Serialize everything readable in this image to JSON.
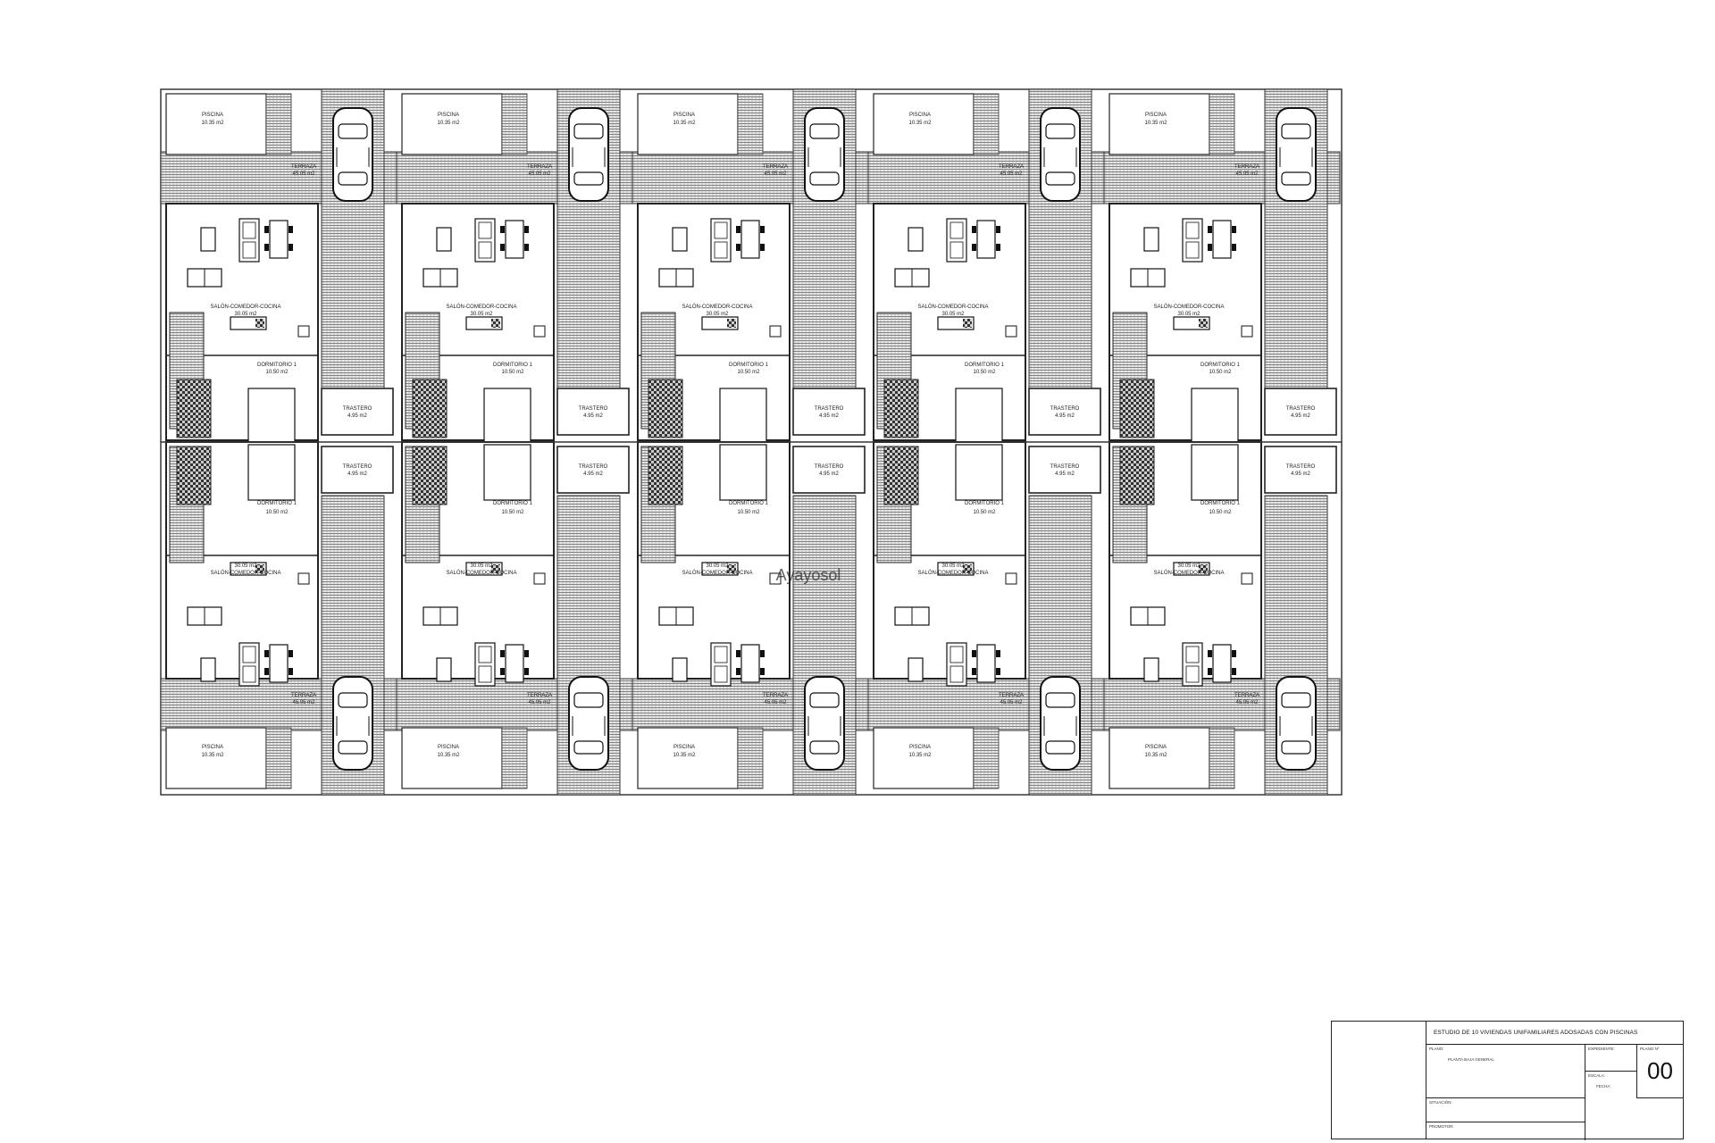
{
  "watermark": "Ayayosol",
  "units": {
    "top": [
      {
        "piscina": "PISCINA",
        "piscina_area": "10.35 m2",
        "terraza": "TERRAZA",
        "terraza_area": "45.05 m2",
        "salon": "SALÓN-COMEDOR-COCINA",
        "salon_area": "30.05 m2",
        "dormitorio": "DORMITORIO 1",
        "dormitorio_area": "10.50 m2",
        "trastero": "TRASTERO",
        "trastero_area": "4.95 m2"
      },
      {
        "piscina": "PISCINA",
        "piscina_area": "10.35 m2",
        "terraza": "TERRAZA",
        "terraza_area": "45.05 m2",
        "salon": "SALÓN-COMEDOR-COCINA",
        "salon_area": "30.05 m2",
        "dormitorio": "DORMITORIO 1",
        "dormitorio_area": "10.50 m2",
        "trastero": "TRASTERO",
        "trastero_area": "4.95 m2"
      },
      {
        "piscina": "PISCINA",
        "piscina_area": "10.35 m2",
        "terraza": "TERRAZA",
        "terraza_area": "45.05 m2",
        "salon": "SALÓN-COMEDOR-COCINA",
        "salon_area": "30.05 m2",
        "dormitorio": "DORMITORIO 1",
        "dormitorio_area": "10.50 m2",
        "trastero": "TRASTERO",
        "trastero_area": "4.95 m2"
      },
      {
        "piscina": "PISCINA",
        "piscina_area": "10.35 m2",
        "terraza": "TERRAZA",
        "terraza_area": "45.05 m2",
        "salon": "SALÓN-COMEDOR-COCINA",
        "salon_area": "30.05 m2",
        "dormitorio": "DORMITORIO 1",
        "dormitorio_area": "10.50 m2",
        "trastero": "TRASTERO",
        "trastero_area": "4.95 m2"
      },
      {
        "piscina": "PISCINA",
        "piscina_area": "10.35 m2",
        "terraza": "TERRAZA",
        "terraza_area": "45.05 m2",
        "salon": "SALÓN-COMEDOR-COCINA",
        "salon_area": "30.05 m2",
        "dormitorio": "DORMITORIO 1",
        "dormitorio_area": "10.50 m2",
        "trastero": "TRASTERO",
        "trastero_area": "4.95 m2"
      }
    ],
    "bottom": [
      {
        "piscina": "PISCINA",
        "piscina_area": "10.35 m2",
        "terraza": "TERRAZA",
        "terraza_area": "45.05 m2",
        "salon": "SALÓN-COMEDOR-COCINA",
        "salon_area": "30.05 m2",
        "dormitorio": "DORMITORIO 1",
        "dormitorio_area": "10.50 m2",
        "trastero": "TRASTERO",
        "trastero_area": "4.95 m2"
      },
      {
        "piscina": "PISCINA",
        "piscina_area": "10.35 m2",
        "terraza": "TERRAZA",
        "terraza_area": "45.05 m2",
        "salon": "SALÓN-COMEDOR-COCINA",
        "salon_area": "30.05 m2",
        "dormitorio": "DORMITORIO 1",
        "dormitorio_area": "10.50 m2",
        "trastero": "TRASTERO",
        "trastero_area": "4.95 m2"
      },
      {
        "piscina": "PISCINA",
        "piscina_area": "10.35 m2",
        "terraza": "TERRAZA",
        "terraza_area": "45.05 m2",
        "salon": "SALÓN-COMEDOR-COCINA",
        "salon_area": "30.05 m2",
        "dormitorio": "DORMITORIO 1",
        "dormitorio_area": "10.50 m2",
        "trastero": "TRASTERO",
        "trastero_area": "4.95 m2"
      },
      {
        "piscina": "PISCINA",
        "piscina_area": "10.35 m2",
        "terraza": "TERRAZA",
        "terraza_area": "45.05 m2",
        "salon": "SALÓN-COMEDOR-COCINA",
        "salon_area": "30.05 m2",
        "dormitorio": "DORMITORIO 1",
        "dormitorio_area": "10.50 m2",
        "trastero": "TRASTERO",
        "trastero_area": "4.95 m2"
      },
      {
        "piscina": "PISCINA",
        "piscina_area": "10.35 m2",
        "terraza": "TERRAZA",
        "terraza_area": "45.05 m2",
        "salon": "SALÓN-COMEDOR-COCINA",
        "salon_area": "30.05 m2",
        "dormitorio": "DORMITORIO 1",
        "dormitorio_area": "10.50 m2",
        "trastero": "TRASTERO",
        "trastero_area": "4.95 m2"
      }
    ]
  },
  "title_block": {
    "title": "ESTUDIO DE 10 VIVIENDAS UNIFAMILIARES ADOSADAS CON PISCINAS",
    "plano_label": "PLANO:",
    "plano_value": "PLANTA BAJA GENERAL",
    "expediente_label": "EXPEDIENTE:",
    "plano_num_label": "PLANO Nº",
    "plano_num": "00",
    "escala_label": "ESCALA:",
    "fecha_label": "FECHA:",
    "situacion_label": "SITUACIÓN:",
    "promotor_label": "PROMOTOR:"
  }
}
